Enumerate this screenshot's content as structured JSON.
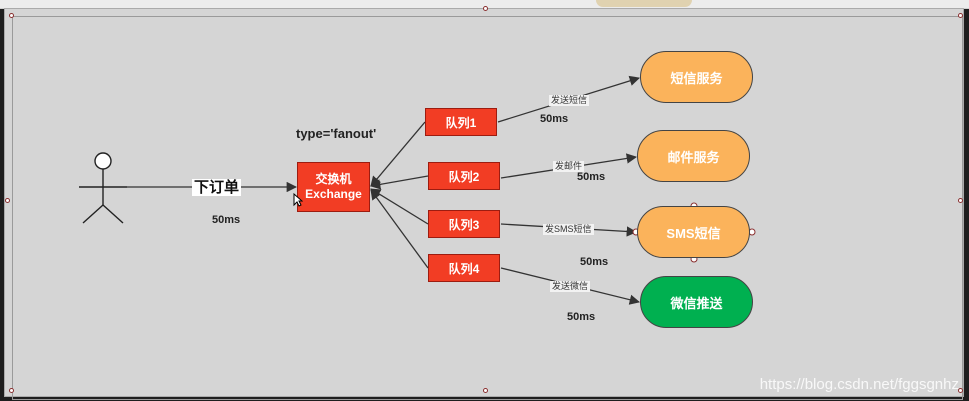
{
  "diagram": {
    "type_label": "type='fanout'",
    "actor_edge_label": "下订单",
    "actor_latency": "50ms",
    "exchange": {
      "line1": "交换机",
      "line2": "Exchange"
    },
    "queues": [
      {
        "label": "队列1"
      },
      {
        "label": "队列2"
      },
      {
        "label": "队列3"
      },
      {
        "label": "队列4"
      }
    ],
    "services": [
      {
        "label": "短信服务",
        "color": "#fbb35b",
        "edge_label": "发送短信",
        "latency": "50ms"
      },
      {
        "label": "邮件服务",
        "color": "#fbb35b",
        "edge_label": "发邮件",
        "latency": "50ms"
      },
      {
        "label": "SMS短信",
        "color": "#fbb35b",
        "edge_label": "发SMS短信",
        "latency": "50ms"
      },
      {
        "label": "微信推送",
        "color": "#00b050",
        "edge_label": "发送微信",
        "latency": "50ms"
      }
    ],
    "colors": {
      "exchange": "#f23d24",
      "queue": "#f23d24",
      "canvas": "#d5d5d5"
    }
  },
  "watermark": "https://blog.csdn.net/fggsgnhz"
}
